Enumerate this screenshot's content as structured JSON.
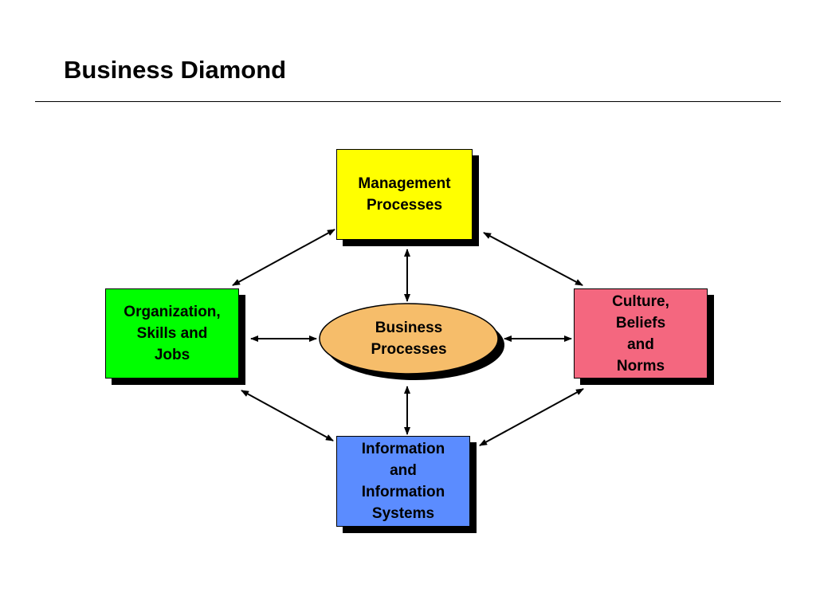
{
  "title": "Business Diamond",
  "nodes": {
    "management": {
      "label": "Management\nProcesses",
      "color": "#ffff00"
    },
    "organization": {
      "label": "Organization,\nSkills and\nJobs",
      "color": "#00ff00"
    },
    "culture": {
      "label": "Culture,\nBeliefs\nand\nNorms",
      "color": "#f4677f"
    },
    "information": {
      "label": "Information\nand\nInformation\nSystems",
      "color": "#5b8cff"
    },
    "business": {
      "label": "Business\nProcesses",
      "color": "#f6bd6a"
    }
  },
  "edges": [
    {
      "from": "management",
      "to": "organization",
      "style": "double-arrow"
    },
    {
      "from": "management",
      "to": "culture",
      "style": "double-arrow"
    },
    {
      "from": "management",
      "to": "business",
      "style": "double-arrow"
    },
    {
      "from": "organization",
      "to": "business",
      "style": "double-arrow"
    },
    {
      "from": "culture",
      "to": "business",
      "style": "double-arrow"
    },
    {
      "from": "organization",
      "to": "information",
      "style": "double-arrow"
    },
    {
      "from": "culture",
      "to": "information",
      "style": "double-arrow"
    },
    {
      "from": "information",
      "to": "business",
      "style": "double-arrow"
    }
  ]
}
